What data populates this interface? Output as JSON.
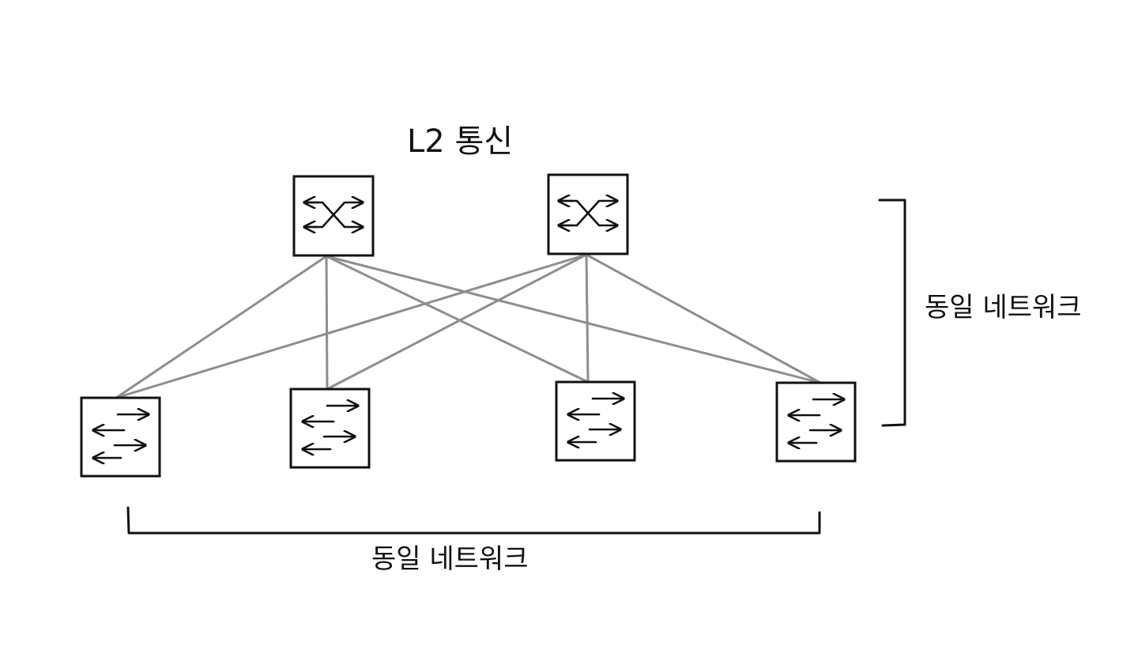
{
  "diagram": {
    "title": "L2 통신",
    "right_bracket_label": "동일 네트워크",
    "bottom_bracket_label": "동일 네트워크",
    "nodes": {
      "core": [
        {
          "id": "core-switch-1",
          "icon": "multilayer-switch-icon"
        },
        {
          "id": "core-switch-2",
          "icon": "multilayer-switch-icon"
        }
      ],
      "access": [
        {
          "id": "access-switch-1",
          "icon": "switch-icon"
        },
        {
          "id": "access-switch-2",
          "icon": "switch-icon"
        },
        {
          "id": "access-switch-3",
          "icon": "switch-icon"
        },
        {
          "id": "access-switch-4",
          "icon": "switch-icon"
        }
      ]
    },
    "links": [
      [
        "core-switch-1",
        "access-switch-1"
      ],
      [
        "core-switch-1",
        "access-switch-2"
      ],
      [
        "core-switch-1",
        "access-switch-3"
      ],
      [
        "core-switch-1",
        "access-switch-4"
      ],
      [
        "core-switch-2",
        "access-switch-1"
      ],
      [
        "core-switch-2",
        "access-switch-2"
      ],
      [
        "core-switch-2",
        "access-switch-3"
      ],
      [
        "core-switch-2",
        "access-switch-4"
      ]
    ],
    "colors": {
      "link": "#8e8e8e",
      "stroke": "#111111",
      "background": "#ffffff"
    }
  }
}
